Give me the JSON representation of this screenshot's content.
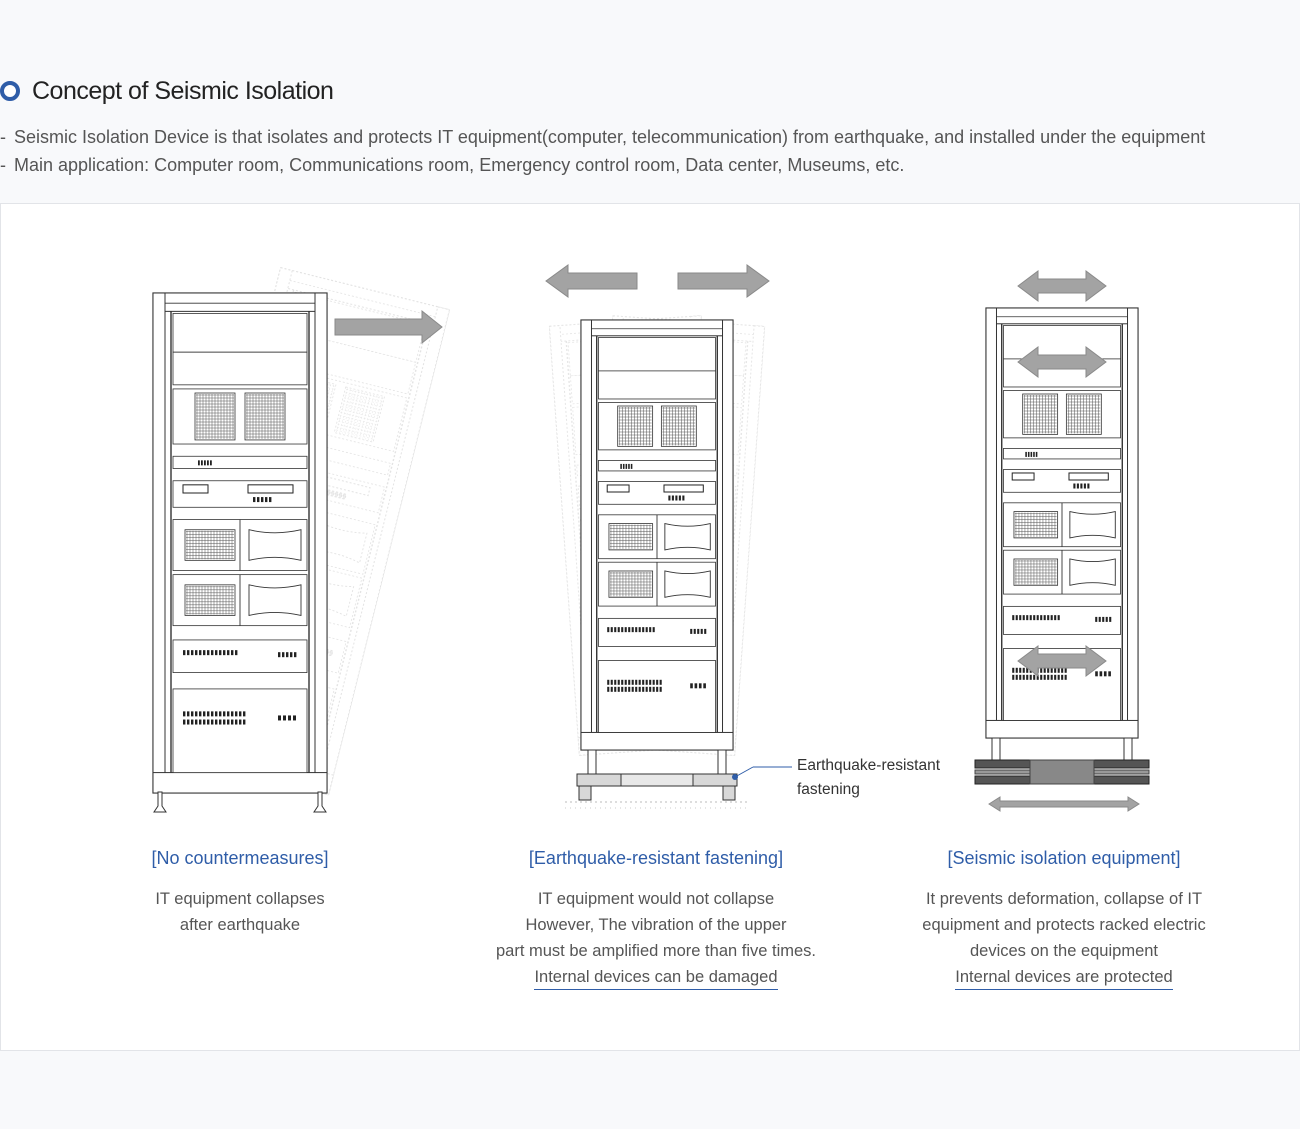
{
  "header": {
    "title": "Concept of Seismic Isolation",
    "desc1": "Seismic Isolation Device is that isolates and protects IT equipment(computer, telecommunication) from earthquake, and installed under the equipment",
    "desc2": "Main application: Computer room, Communications room, Emergency control room, Data center, Museums, etc.",
    "dash": "-"
  },
  "figures": [
    {
      "caption": "[No countermeasures]",
      "lines": [
        "IT equipment collapses",
        "after earthquake"
      ]
    },
    {
      "caption": "[Earthquake-resistant fastening]",
      "lines": [
        "IT equipment would not collapse",
        "However, The vibration of the upper",
        "part must be amplified more than five times."
      ],
      "underline": "Internal devices can be damaged",
      "callout": [
        "Earthquake-resistant",
        "fastening"
      ]
    },
    {
      "caption": "[Seismic isolation equipment]",
      "lines": [
        "It prevents deformation, collapse of IT",
        "equipment and protects racked electric",
        "devices on the equipment"
      ],
      "underline": "Internal devices are protected"
    }
  ],
  "colors": {
    "accent": "#2f5da8",
    "arrow": "#a3a3a3"
  }
}
